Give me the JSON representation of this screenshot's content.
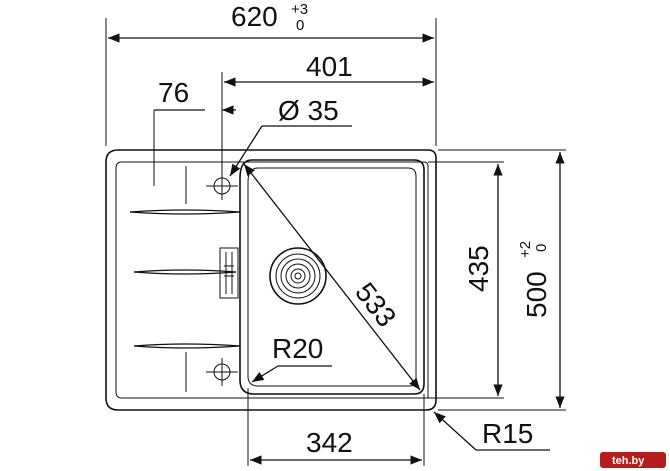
{
  "dimensions": {
    "overall_width": {
      "value": "620",
      "tol_upper": "+3",
      "tol_lower": "0"
    },
    "bowl_offset_width": "401",
    "drain_offset": "76",
    "tap_hole": "Ø 35",
    "diagonal": "533",
    "bowl_height": "435",
    "overall_height": {
      "value": "500",
      "tol_upper": "+2",
      "tol_lower": "0"
    },
    "inner_radius": "R20",
    "bowl_width": "342",
    "outer_radius": "R15"
  },
  "watermark": "teh.by"
}
